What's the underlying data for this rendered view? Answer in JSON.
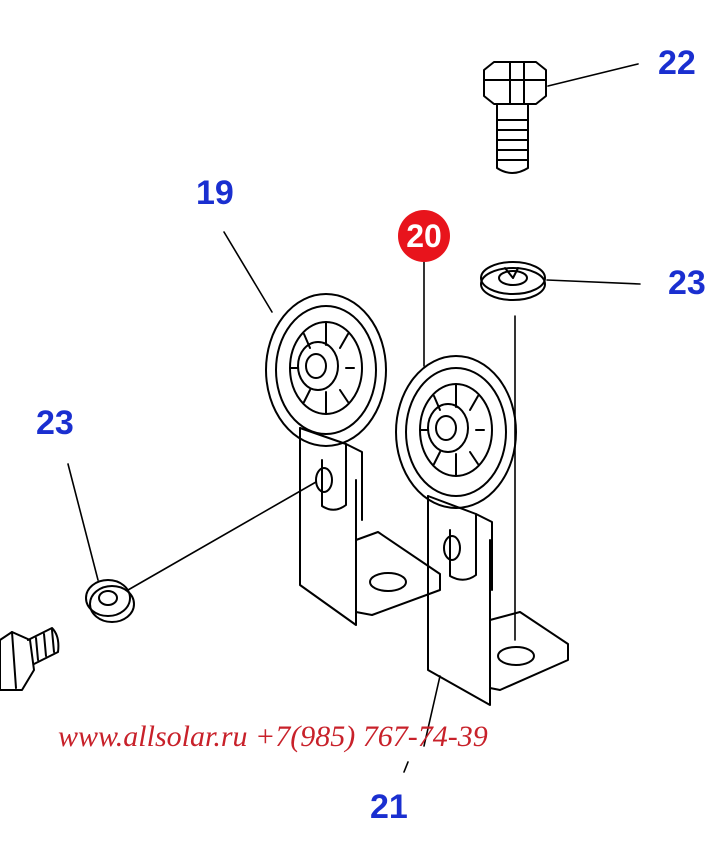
{
  "callouts": {
    "c22": "22",
    "c19": "19",
    "c20": "20",
    "c23_right": "23",
    "c23_left": "23",
    "c21": "21"
  },
  "watermark": "www.allsolar.ru +7(985) 767-74-39",
  "colors": {
    "callout": "#1a2fd0",
    "highlight_badge": "#e8141c",
    "watermark": "#c8212a",
    "line": "#000000"
  }
}
